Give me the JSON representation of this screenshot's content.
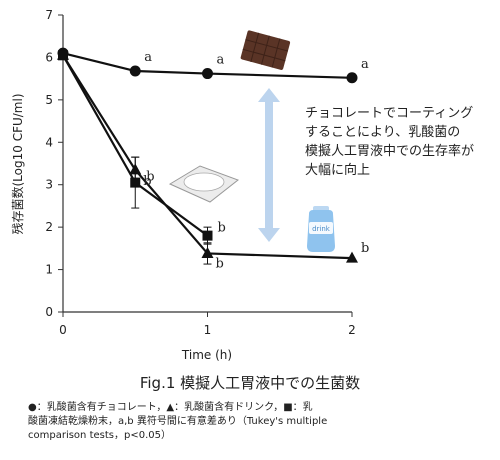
{
  "chart_data": {
    "type": "line",
    "ylabel": "残存菌数(Log10 CFU/ml)",
    "xlabel": "Time (h)",
    "xlim": [
      0,
      2
    ],
    "ylim": [
      0,
      7
    ],
    "x_ticks": [
      "0",
      "1",
      "2"
    ],
    "y_ticks": [
      "0",
      "1",
      "2",
      "3",
      "4",
      "5",
      "6",
      "7"
    ],
    "grid": false,
    "series": [
      {
        "marker": "circle",
        "x": [
          0,
          0.5,
          1,
          2
        ],
        "y": [
          6.1,
          5.68,
          5.62,
          5.52
        ],
        "err": [
          0,
          0,
          0,
          0
        ],
        "labels": [
          "",
          "a",
          "a",
          "a"
        ]
      },
      {
        "marker": "triangle",
        "x": [
          0,
          0.5,
          1,
          2
        ],
        "y": [
          6.05,
          3.35,
          1.38,
          1.27
        ],
        "err": [
          0,
          0.3,
          0.25,
          0
        ],
        "labels": [
          "",
          "b",
          "b",
          "b"
        ]
      },
      {
        "marker": "square",
        "x": [
          0,
          0.5,
          1
        ],
        "y": [
          6.05,
          3.05,
          1.8
        ],
        "err": [
          0,
          0.6,
          0.2
        ],
        "labels": [
          "",
          "b",
          "b"
        ]
      }
    ]
  },
  "annotation": {
    "lines": [
      "チョコレートでコーティング",
      "することにより、乳酸菌の",
      "模擬人工胃液中での生存率が",
      "大幅に向上"
    ]
  },
  "images": {
    "drink_label": "drink"
  },
  "caption": "Fig.1 模擬人工胃液中での生菌数",
  "legend_text": {
    "line1": "●：乳酸菌含有チョコレート，▲：乳酸菌含有ドリンク，■：乳",
    "line2": "酸菌凍結乾燥粉末，a,b 異符号間に有意差あり（Tukey's multiple",
    "line3": "comparison tests，p<0.05）"
  },
  "colors": {
    "line": "#111111",
    "arrow": "#bcd4ee",
    "chocolate": "#5a3426",
    "bottle": "#8fc3ee"
  }
}
